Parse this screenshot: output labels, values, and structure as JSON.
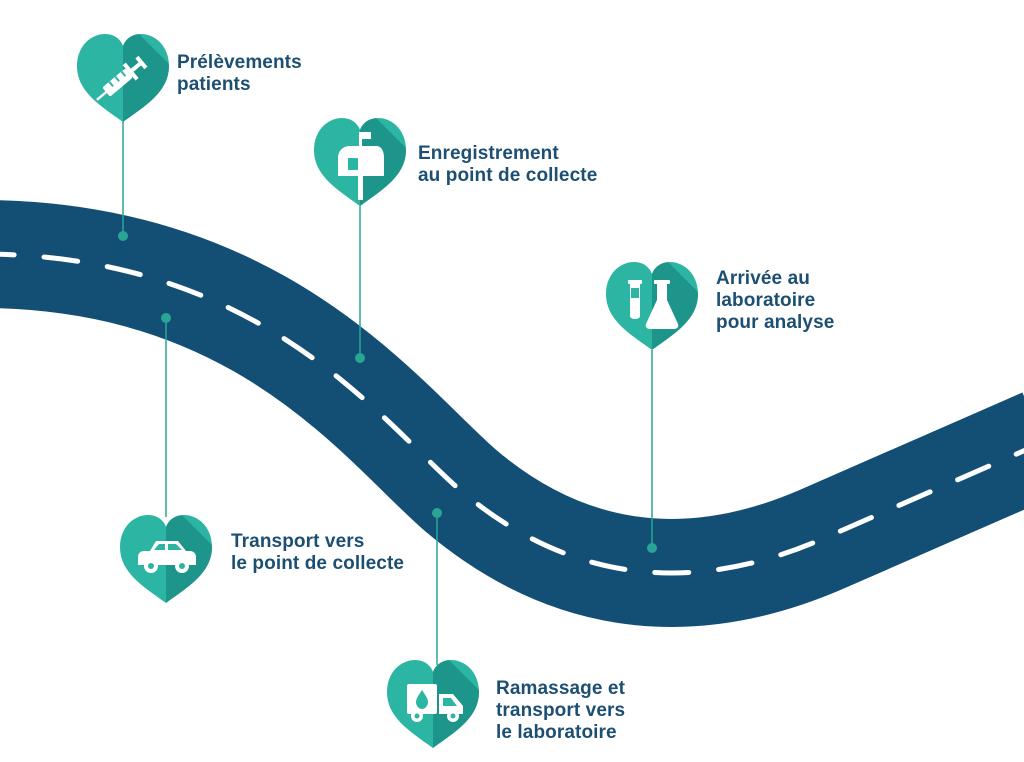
{
  "colors": {
    "road": "#134f75",
    "road_dash": "#ffffff",
    "pin_light": "#2db5a3",
    "pin_dark": "#137a78",
    "leader_line": "#2aa594",
    "label_text": "#1d4f73"
  },
  "steps": [
    {
      "label_lines": [
        "Prélèvements",
        "patients"
      ],
      "icon": "syringe-icon"
    },
    {
      "label_lines": [
        "Enregistrement",
        "au point de collecte"
      ],
      "icon": "mailbox-icon"
    },
    {
      "label_lines": [
        "Arrivée au",
        "laboratoire",
        "pour analyse"
      ],
      "icon": "lab-tubes-icon"
    },
    {
      "label_lines": [
        "Transport vers",
        "le point de collecte"
      ],
      "icon": "car-icon"
    },
    {
      "label_lines": [
        "Ramassage et",
        "transport vers",
        "le laboratoire"
      ],
      "icon": "delivery-truck-icon"
    }
  ]
}
